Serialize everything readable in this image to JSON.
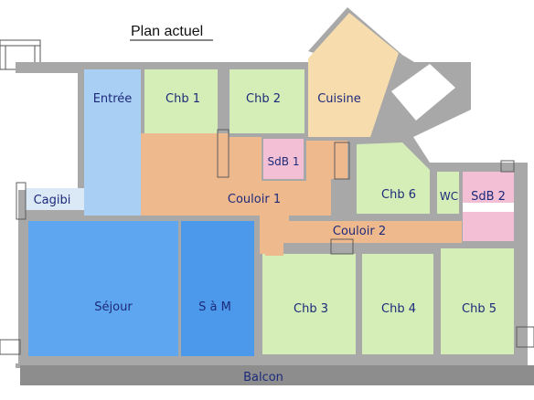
{
  "title": "Plan actuel",
  "colors": {
    "wall": "#a8a8a8",
    "wall_dark": "#7d7d7d",
    "green": "#d5eeb8",
    "orange": "#efb98e",
    "pink": "#f2bfd5",
    "peach": "#f7dcae",
    "light_blue": "#a9cff5",
    "blue": "#5ea6f0",
    "mid_blue": "#4c98ea",
    "pale_blue": "#dbe8f6",
    "label": "#1d2a7a"
  },
  "rooms": {
    "entree": "Entrée",
    "chb1": "Chb 1",
    "chb2": "Chb 2",
    "cuisine": "Cuisine",
    "sdb1": "SdB 1",
    "couloir1": "Couloir 1",
    "chb6": "Chb 6",
    "wc": "WC",
    "sdb2": "SdB 2",
    "cagibi": "Cagibi",
    "couloir2": "Couloir 2",
    "sejour": "Séjour",
    "sam": "S à M",
    "chb3": "Chb 3",
    "chb4": "Chb 4",
    "chb5": "Chb 5",
    "balcon": "Balcon"
  }
}
